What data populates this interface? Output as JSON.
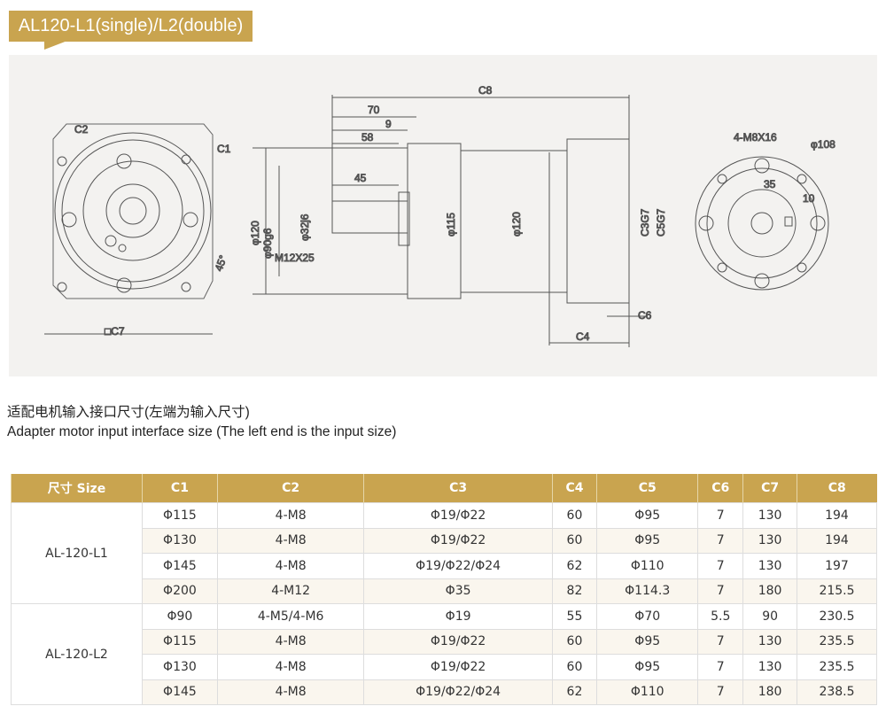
{
  "title": "AL120-L1(single)/L2(double)",
  "drawing": {
    "labels": {
      "c2": "C2",
      "c1": "C1",
      "c7": "□C7",
      "deg45": "45°",
      "phi120a": "φ120",
      "phi90": "φ90g6",
      "phi32": "φ32j6",
      "m12": "M12X25",
      "d45": "45",
      "d58": "58",
      "d9": "9",
      "d70": "70",
      "c8": "C8",
      "phi115": "φ115",
      "phi120b": "φ120",
      "c3": "C3G7",
      "c5": "C5G7",
      "c6": "C6",
      "c4": "C4",
      "m8": "4-M8X16",
      "phi108": "φ108",
      "d35": "35",
      "d10": "10"
    }
  },
  "caption": {
    "zh": "适配电机输入接口尺寸(左端为输入尺寸)",
    "en": "Adapter motor input interface size (The left end is the input size)"
  },
  "table": {
    "headers": [
      "尺寸 Size",
      "C1",
      "C2",
      "C3",
      "C4",
      "C5",
      "C6",
      "C7",
      "C8"
    ],
    "groups": [
      {
        "name": "AL-120-L1",
        "rows": [
          [
            "Φ115",
            "4-M8",
            "Φ19/Φ22",
            "60",
            "Φ95",
            "7",
            "130",
            "194"
          ],
          [
            "Φ130",
            "4-M8",
            "Φ19/Φ22",
            "60",
            "Φ95",
            "7",
            "130",
            "194"
          ],
          [
            "Φ145",
            "4-M8",
            "Φ19/Φ22/Φ24",
            "62",
            "Φ110",
            "7",
            "130",
            "197"
          ],
          [
            "Φ200",
            "4-M12",
            "Φ35",
            "82",
            "Φ114.3",
            "7",
            "180",
            "215.5"
          ]
        ]
      },
      {
        "name": "AL-120-L2",
        "rows": [
          [
            "Φ90",
            "4-M5/4-M6",
            "Φ19",
            "55",
            "Φ70",
            "5.5",
            "90",
            "230.5"
          ],
          [
            "Φ115",
            "4-M8",
            "Φ19/Φ22",
            "60",
            "Φ95",
            "7",
            "130",
            "235.5"
          ],
          [
            "Φ130",
            "4-M8",
            "Φ19/Φ22",
            "60",
            "Φ95",
            "7",
            "130",
            "235.5"
          ],
          [
            "Φ145",
            "4-M8",
            "Φ19/Φ22/Φ24",
            "62",
            "Φ110",
            "7",
            "180",
            "238.5"
          ]
        ]
      }
    ]
  },
  "colors": {
    "accent": "#c9a44f"
  }
}
